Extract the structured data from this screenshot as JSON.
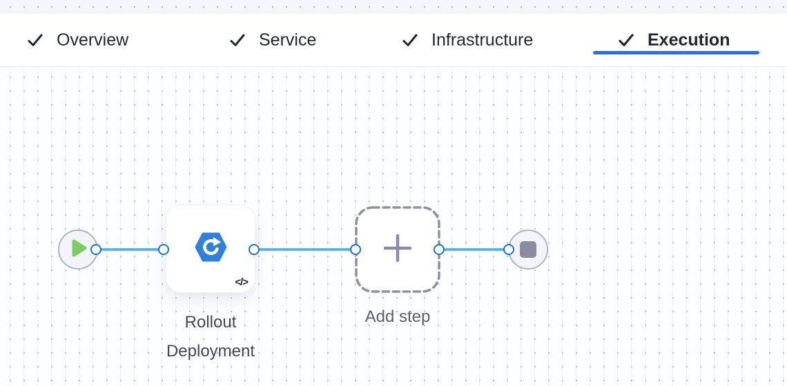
{
  "header": {
    "tabs": [
      {
        "label": "Overview",
        "checked": true
      },
      {
        "label": "Service",
        "checked": true
      },
      {
        "label": "Infrastructure",
        "checked": true
      },
      {
        "label": "Execution",
        "checked": true,
        "active": true
      }
    ],
    "active_tab": "Execution"
  },
  "canvas": {
    "nodes": {
      "start": {
        "type": "start",
        "icon": "play-icon"
      },
      "rollout": {
        "label": "Rollout Deployment",
        "icon": "rollout-deployment-icon",
        "code_badge": "</>"
      },
      "add_step": {
        "label": "Add step",
        "icon": "plus-icon"
      },
      "end": {
        "type": "end",
        "icon": "stop-icon"
      }
    }
  },
  "colors": {
    "active_tab_underline": "#2F6FD2",
    "connector_line": "#5BB4EF",
    "connector_port_border": "#1A73D3",
    "play_green": "#7BCE66",
    "step_icon_blue": "#2E80D8",
    "stop_gray": "#8A8BA0",
    "dashed_placeholder": "#8E8FA5"
  }
}
